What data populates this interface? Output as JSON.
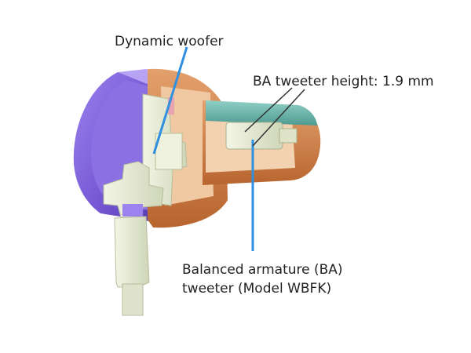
{
  "labels": {
    "dynamic_woofer": "Dynamic woofer",
    "ba_tweeter_height": "BA tweeter height: 1.9 mm",
    "ba_line1": "Balanced armature (BA)",
    "ba_line2": "tweeter (Model WBFK)"
  },
  "colors": {
    "purple_shell": "#7b5fd6",
    "purple_light": "#a58cf0",
    "copper": "#c8743c",
    "copper_light": "#e6a06a",
    "teal": "#6fb8b0",
    "component_cream": "#e8ecd6",
    "pointer_blue": "#2f8fe0"
  }
}
